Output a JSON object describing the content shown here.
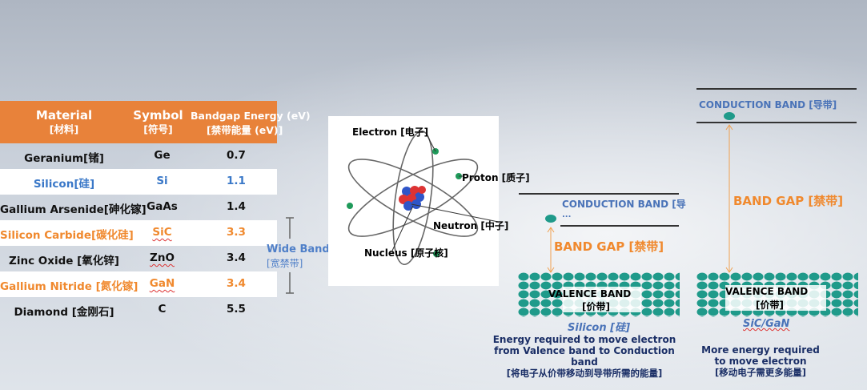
{
  "table": {
    "headers": [
      {
        "en": "Material",
        "zh": "[材料]"
      },
      {
        "en": "Symbol",
        "zh": "[符号]"
      },
      {
        "en": "Bandgap Energy (eV)",
        "zh": "[禁带能量 (eV)]"
      }
    ],
    "rows": [
      {
        "material": "Geranium[锗]",
        "symbol": "Ge",
        "gap": "0.7",
        "style": "normal"
      },
      {
        "material": "Silicon[硅]",
        "symbol": "Si",
        "gap": "1.1",
        "style": "blue"
      },
      {
        "material": "Gallium Arsenide[砷化镓]",
        "symbol": "GaAs",
        "gap": "1.4",
        "style": "normal"
      },
      {
        "material": "Silicon Carbide[碳化硅]",
        "symbol": "SiC",
        "gap": "3.3",
        "style": "orange"
      },
      {
        "material": "Zinc Oxide [氧化锌]",
        "symbol": "ZnO",
        "gap": "3.4",
        "style": "normal"
      },
      {
        "material": "Gallium Nitride [氮化镓]",
        "symbol": "GaN",
        "gap": "3.4",
        "style": "orange"
      },
      {
        "material": "Diamond [金刚石]",
        "symbol": "C",
        "gap": "5.5",
        "style": "normal"
      }
    ],
    "wide_bandgap": {
      "en": "Wide Bandgap",
      "zh": "[宽禁带]"
    }
  },
  "atom": {
    "electron": "Electron [电子]",
    "proton": "Proton [质子]",
    "neutron": "Neutron [中子]",
    "nucleus": "Nucleus [原子核]"
  },
  "silicon_diagram": {
    "conduction": "CONDUCTION BAND [导",
    "conduction_cont": "...",
    "band_gap": "BAND GAP [禁带]",
    "valence": "VALENCE BAND",
    "valence_zh": "[价带]",
    "title": "Silicon [硅]",
    "caption_lines": [
      "Energy required to move electron",
      "from Valence band to Conduction",
      "band",
      "[将电子从价带移动到导带所需的能量]"
    ]
  },
  "sic_diagram": {
    "conduction": "CONDUCTION BAND [导带]",
    "band_gap": "BAND GAP [禁带]",
    "valence": "VALENCE BAND",
    "valence_zh": "[价带]",
    "title": "SiC/GaN",
    "caption_lines": [
      "More energy required",
      "to move electron",
      "[移动电子需更多能量]"
    ]
  },
  "colors": {
    "header_orange": "#e8823a",
    "text_orange": "#f0892e",
    "text_blue": "#3a78c8",
    "teal": "#1f9a8a",
    "band_blue": "#4a73b8"
  }
}
